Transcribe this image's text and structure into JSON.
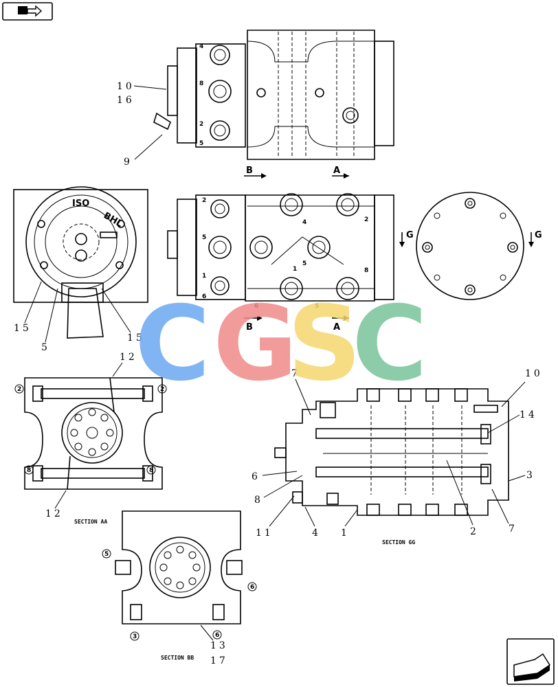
{
  "diagram": {
    "callouts": {
      "c10a": "10",
      "c16": "16",
      "c9": "9",
      "c15a": "15",
      "c5": "5",
      "c15b": "15",
      "c12a": "12",
      "c12b": "12",
      "c7a": "7",
      "c10b": "10",
      "c14": "14",
      "c3": "3",
      "c6": "6",
      "c8": "8",
      "c2": "2",
      "c7b": "7",
      "c11": "11",
      "c4": "4",
      "c1": "1",
      "c13": "13",
      "c17": "17"
    },
    "section_labels": {
      "aa": "SECTION AA",
      "bb": "SECTION BB",
      "gg": "SECTION GG"
    },
    "view_markers": {
      "b1": "B",
      "a1": "A",
      "b2": "B",
      "a2": "A",
      "g1": "G",
      "g2": "G"
    },
    "dial_text": {
      "iso": "ISO",
      "bhl": "BHL"
    },
    "port_numbers": {
      "p4": "4",
      "p8": "8",
      "p2": "2",
      "p5": "5",
      "m2": "2",
      "m5": "5",
      "m1": "1",
      "m6": "6",
      "r4": "4",
      "r2": "2",
      "r5": "5",
      "r1": "1",
      "r8": "8",
      "r6": "6",
      "r5b": "5"
    },
    "circled_ports": {
      "a2l": "2",
      "a2r": "2",
      "a8l": "8",
      "a8r": "8",
      "b5": "5",
      "b6": "6",
      "b3": "3",
      "b6b": "6"
    },
    "watermark": {
      "letters": [
        "C",
        "G",
        "S",
        "C"
      ],
      "colors": [
        "#6aa8f0",
        "#f08a8a",
        "#f5d76e",
        "#79c49a"
      ]
    }
  }
}
